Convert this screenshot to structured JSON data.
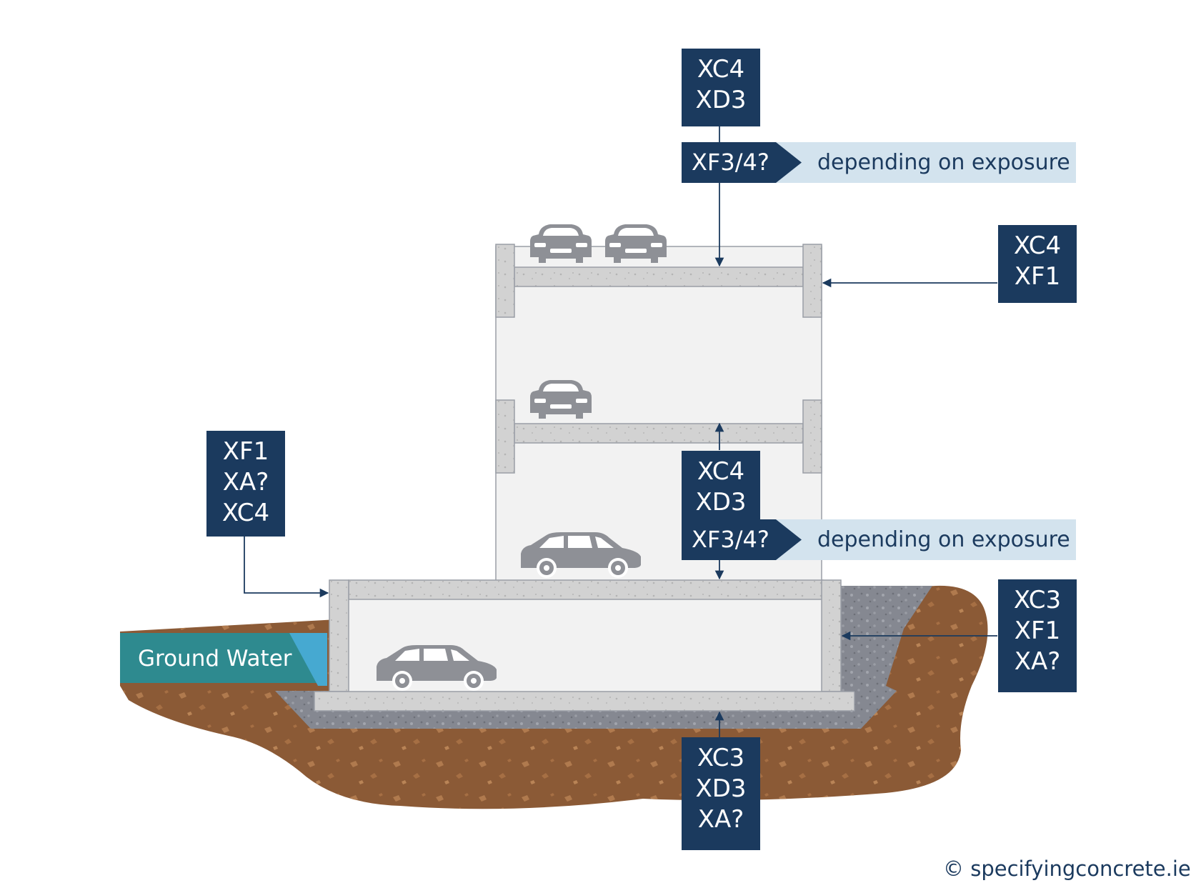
{
  "roof_label": {
    "lines": [
      "XC4",
      "XD3"
    ]
  },
  "roof_tag": {
    "code": "XF3/4?",
    "note": "depending on exposure"
  },
  "side_upper_label": {
    "lines": [
      "XC4",
      "XF1"
    ]
  },
  "left_wall_label": {
    "lines": [
      "XF1",
      "XA?",
      "XC4"
    ]
  },
  "mid_label": {
    "lines": [
      "XC4",
      "XD3"
    ]
  },
  "mid_tag": {
    "code": "XF3/4?",
    "note": "depending on exposure"
  },
  "side_basement_label": {
    "lines": [
      "XC3",
      "XF1",
      "XA?"
    ]
  },
  "base_label": {
    "lines": [
      "XC3",
      "XD3",
      "XA?"
    ]
  },
  "ground_water": "Ground Water",
  "credit": "© specifyingconcrete.ie",
  "colors": {
    "label_bg": "#1b3a5e",
    "note_band": "#d3e3ee",
    "concrete": "#d0d0d0",
    "soil": "#8b5a36",
    "gravel": "#8a8d94",
    "water": "#2e8a8f",
    "car": "#8e9096"
  }
}
